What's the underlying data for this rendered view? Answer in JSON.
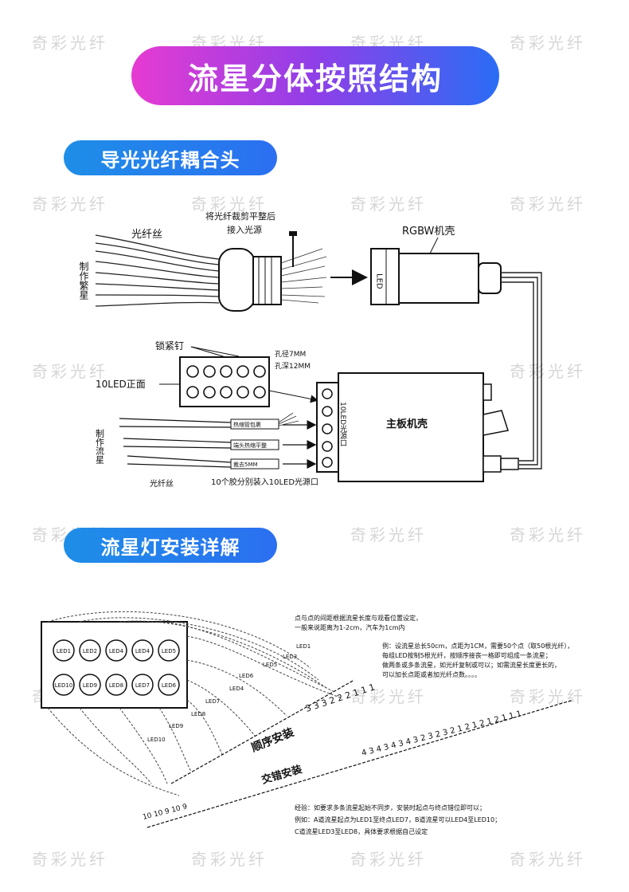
{
  "watermark": "奇彩光纤",
  "main_title": "流星分体按照结构",
  "section1": {
    "title": "导光光纤耦合头",
    "labels": {
      "fiber_silk": "光纤丝",
      "make_star": "制作繁星",
      "cut_fiber": "将光纤裁剪平整后",
      "into_light": "接入光源",
      "rgbw": "RGBW机壳",
      "led": "LED",
      "lock_screw": "锁紧钉",
      "hole_dia": "孔径7MM",
      "hole_depth": "孔深12MM",
      "led10_front": "10LED正面",
      "mainboard": "主板机壳",
      "led10_port": "10LED光源口",
      "make_meteor": "制作流星",
      "heat_shrink": "热缩管包裹",
      "heat_fix": "端头热缩平整",
      "ten_mm": "裁去5MM",
      "insert_note": "10个胶分别装入10LED光源口",
      "fiber_silk2": "光纤丝"
    }
  },
  "section2": {
    "title": "流星灯安装详解",
    "labels": {
      "note1": "点与点的间距根据流星长度与观看位置设定，",
      "note2": "一般来说距离为1-2cm，汽车为1cm内",
      "ex1": "例：设流星总长50cm，点距为1CM，需要50个点（取50根光纤），",
      "ex2": "每组LED按制5根光纤，按顺序接丧一格即可组成一条流星；",
      "ex3": "做两条或多条流星，如光纤复制或可以；如需流星长度更长的，",
      "ex4": "可以加长点距或者加光纤点数。。。。",
      "order_install": "顺序安装",
      "cross_install": "交错安装",
      "exp1": "经验：如要求多条流星起始不同步，安装时起点与终点错位即可以；",
      "exp2": "例如：A道流星起点为LED1至终点LED7，B道流星可以LED4至LED10；",
      "exp3": "C道流星LED3至LED8，具体要求根据自己设定",
      "led_row1": [
        "LED1",
        "LED2",
        "LED4",
        "LED4",
        "LED5"
      ],
      "led_row2": [
        "LED10",
        "LED9",
        "LED8",
        "LED7",
        "LED6"
      ],
      "led1": "LED1",
      "led_c": "LED3",
      "led_6": "LED6",
      "led_5": "LED5",
      "led_4": "LED4",
      "led_7": "LED7",
      "led_8": "LED8",
      "led_9": "LED9",
      "led_10": "LED10",
      "seq_numbers": "4 3 4 3 4 3 4 3 2 3 2 3 2 1 2 1 2 1 2 1 1 1",
      "seq_top": "3 3 3 2 2 2 1 1 1",
      "seq_bottom": "10  10 9 10 9"
    }
  },
  "colors": {
    "title_start": "#e63bd2",
    "title_end": "#2a6df5",
    "section_blue": "#2b6ff0"
  }
}
